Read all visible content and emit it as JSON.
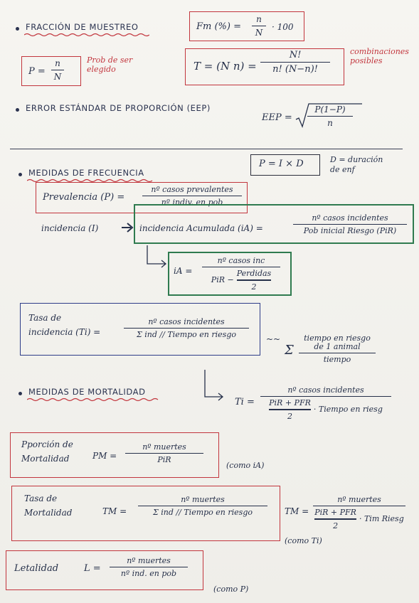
{
  "sections": {
    "fraccion_muestreo": "FRACCIÓN DE MUESTREO",
    "error_estandar": "ERROR ESTÁNDAR DE PROPORCIÓN (EEP)",
    "medidas_frecuencia": "MEDIDAS DE FRECUENCIA",
    "medidas_mortalidad": "MEDIDAS DE MORTALIDAD"
  },
  "fm": {
    "label": "Fm (%) =",
    "num": "n",
    "den": "N",
    "tail": "· 100"
  },
  "p_prob": {
    "label": "P =",
    "num": "n",
    "den": "N",
    "note": "Prob de ser elegido"
  },
  "combinaciones": {
    "label": "T = (N n) =",
    "num": "N!",
    "den": "n! (N−n)!",
    "note": "combinaciones posibles"
  },
  "eep": {
    "label": "EEP =",
    "num": "P(1−P)",
    "den": "n"
  },
  "pid": {
    "formula": "P = I × D",
    "note": "D = duración de enf"
  },
  "prevalencia": {
    "label": "Prevalencia (P) =",
    "num": "nº casos prevalentes",
    "den": "nº indiv. en pob"
  },
  "incidencia": {
    "label": "incidencia (I)",
    "acum_label": "incidencia Acumulada (iA) =",
    "num": "nº casos incidentes",
    "den": "Pob inicial Riesgo (PiR)"
  },
  "ia2": {
    "label": "iA =",
    "num": "nº casos inc",
    "den_a": "PiR −",
    "den_b": "Perdidas",
    "den_c": "2"
  },
  "tasa_incidencia": {
    "label_1": "Tasa de",
    "label_2": "incidencia (Ti) =",
    "num": "nº casos incidentes",
    "den": "Σ ind // Tiempo en riesgo"
  },
  "sigma_note": {
    "arrow": "~~",
    "sigma": "Σ",
    "num_1": "tiempo en riesgo",
    "num_2": "de 1 animal",
    "den": "tiempo"
  },
  "ti2": {
    "label": "Ti =",
    "num": "nº casos incidentes",
    "den_top": "PiR + PFR",
    "den_bot": "2",
    "tail": "· Tiempo en riesg"
  },
  "pm": {
    "label_1": "Pporción de",
    "label_2": "Mortalidad",
    "label_3": "PM =",
    "num": "nº muertes",
    "den": "PiR",
    "note": "(como iA)"
  },
  "tm": {
    "label_1": "Tasa de",
    "label_2": "Mortalidad",
    "label_3": "TM =",
    "num": "nº muertes",
    "den": "Σ ind // Tiempo en riesgo"
  },
  "tm2": {
    "label": "TM =",
    "num": "nº muertes",
    "den_top": "PiR + PFR",
    "den_bot": "2",
    "tail": "· Tim Riesg",
    "note": "(como Ti)"
  },
  "letalidad": {
    "label_1": "Letalidad",
    "label_2": "L =",
    "num": "nº muertes",
    "den": "nº ind. en pob",
    "note": "(como P)"
  }
}
